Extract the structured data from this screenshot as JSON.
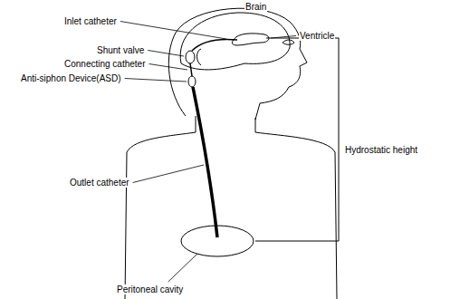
{
  "diagram": {
    "labels": [
      "Brain",
      "Inlet catheter",
      "Ventricle",
      "Shunt valve",
      "Connecting catheter",
      "Anti-siphon Device(ASD)",
      "Hydrostatic height",
      "Outlet catheter",
      "Peritoneal cavity"
    ]
  }
}
